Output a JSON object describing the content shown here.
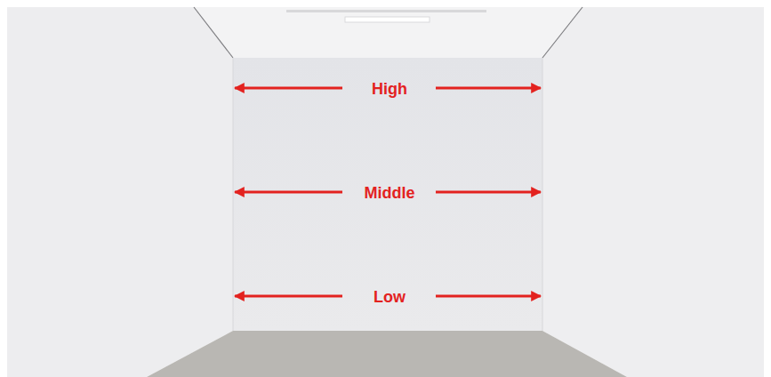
{
  "diagram": {
    "labels": [
      "High",
      "Middle",
      "Low"
    ]
  }
}
